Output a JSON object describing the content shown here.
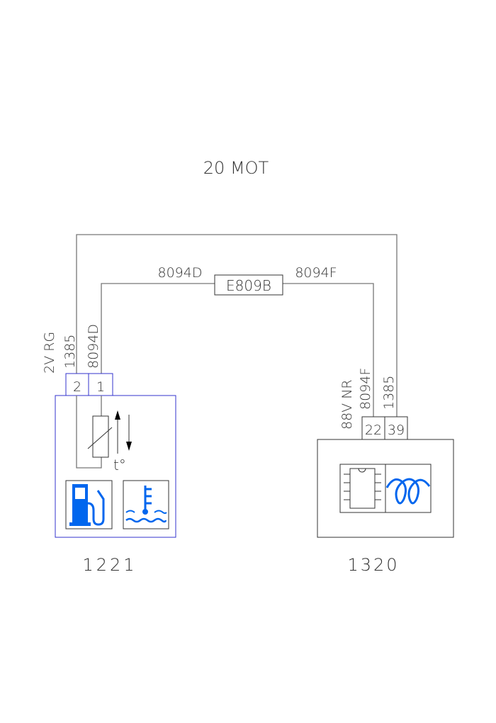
{
  "title": "20 MOT",
  "splice": "E809B",
  "wire_labels": {
    "left": "8094D",
    "right": "8094F"
  },
  "left_component": {
    "id": "1221",
    "connector_label": "2V RG",
    "wires": [
      "1385",
      "8094D"
    ],
    "pins": [
      "2",
      "1"
    ],
    "temp_label": "t°",
    "icons": [
      "fuel-pump-icon",
      "coolant-temperature-icon"
    ]
  },
  "right_component": {
    "id": "1320",
    "connector_label": "88V NR",
    "wires": [
      "8094F",
      "1385"
    ],
    "pins": [
      "22",
      "39"
    ],
    "icons": [
      "ecu-chip-icon",
      "glow-coil-icon"
    ]
  },
  "colors": {
    "wire": "#777777",
    "connector": "#3333cc",
    "icon": "#0066ee"
  }
}
